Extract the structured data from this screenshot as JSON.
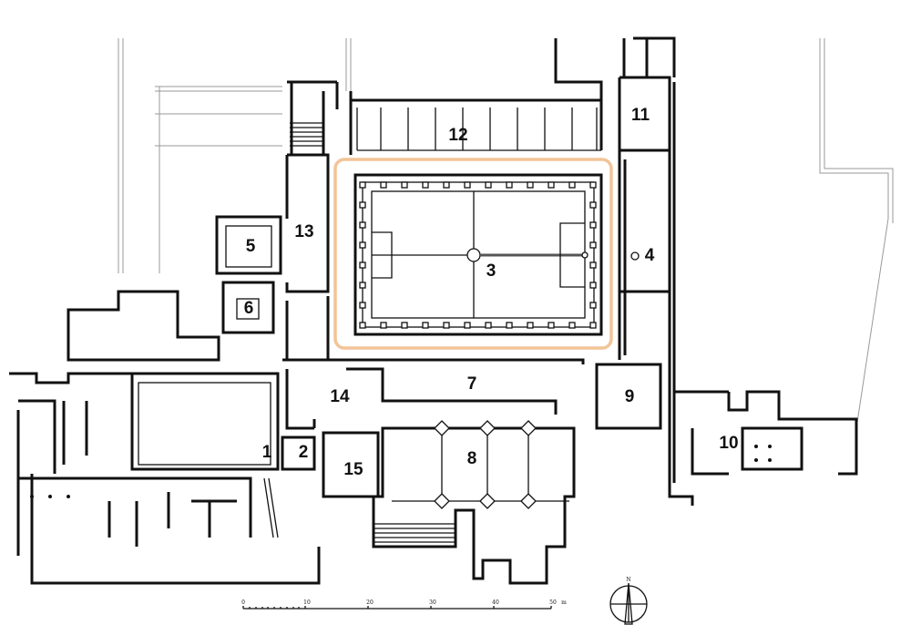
{
  "title": "Monastery floor plan",
  "rooms": [
    {
      "id": "1",
      "label": "1"
    },
    {
      "id": "2",
      "label": "2"
    },
    {
      "id": "3",
      "label": "3"
    },
    {
      "id": "4",
      "label": "4"
    },
    {
      "id": "5",
      "label": "5"
    },
    {
      "id": "6",
      "label": "6"
    },
    {
      "id": "7",
      "label": "7"
    },
    {
      "id": "8",
      "label": "8"
    },
    {
      "id": "9",
      "label": "9"
    },
    {
      "id": "10",
      "label": "10"
    },
    {
      "id": "11",
      "label": "11"
    },
    {
      "id": "12",
      "label": "12"
    },
    {
      "id": "13",
      "label": "13"
    },
    {
      "id": "14",
      "label": "14"
    },
    {
      "id": "15",
      "label": "15"
    }
  ],
  "highlight": {
    "room": "3",
    "color": "#f2c497"
  },
  "scale_bar": {
    "ticks": [
      "0",
      "10",
      "20",
      "30",
      "40",
      "50"
    ],
    "unit": "m"
  },
  "north_arrow": {
    "label": "N"
  }
}
